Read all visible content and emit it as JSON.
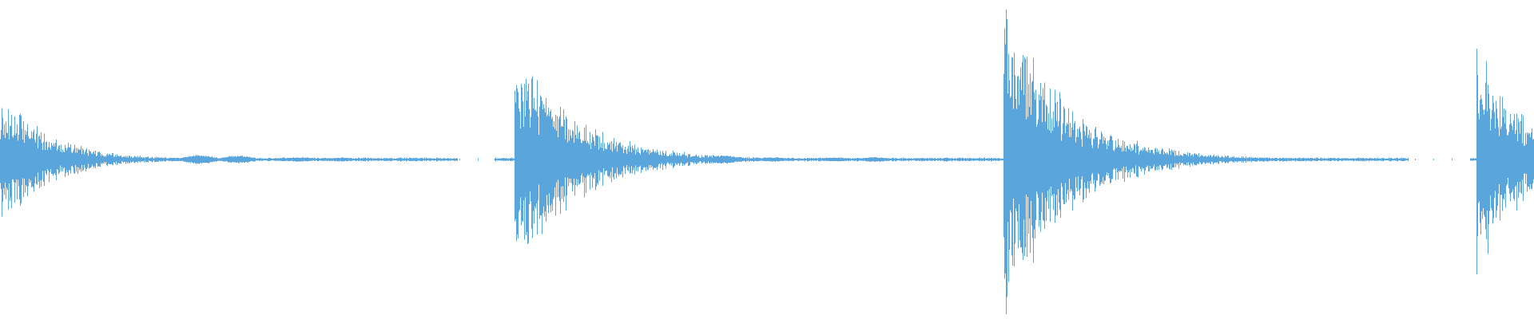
{
  "waveform": {
    "color": "#5aa6dc",
    "background": "#ffffff",
    "bursts": [
      {
        "start": 0.0,
        "peak": 0.42,
        "decay": 0.032
      },
      {
        "start": 0.335,
        "peak": 0.72,
        "decay": 0.04
      },
      {
        "start": 0.654,
        "peak": 1.0,
        "decay": 0.04
      },
      {
        "start": 0.962,
        "peak": 0.76,
        "decay": 0.03
      }
    ],
    "secondary_bursts": [
      {
        "at": 0.023,
        "amp": 0.2
      },
      {
        "at": 0.357,
        "amp": 0.48
      },
      {
        "at": 0.377,
        "amp": 0.22
      },
      {
        "at": 0.678,
        "amp": 0.22
      },
      {
        "at": 0.693,
        "amp": 0.2
      },
      {
        "at": 0.992,
        "amp": 0.12
      }
    ],
    "noise_floor": 0.012,
    "swells": [
      {
        "at": 0.13,
        "amp": 0.03
      },
      {
        "at": 0.155,
        "amp": 0.025
      },
      {
        "at": 0.195,
        "amp": 0.015
      },
      {
        "at": 0.222,
        "amp": 0.014
      },
      {
        "at": 0.44,
        "amp": 0.018
      },
      {
        "at": 0.472,
        "amp": 0.028
      },
      {
        "at": 0.505,
        "amp": 0.015
      },
      {
        "at": 0.545,
        "amp": 0.014
      },
      {
        "at": 0.57,
        "amp": 0.016
      }
    ],
    "gaps": [
      [
        0.298,
        0.322
      ],
      [
        0.918,
        0.958
      ]
    ]
  }
}
